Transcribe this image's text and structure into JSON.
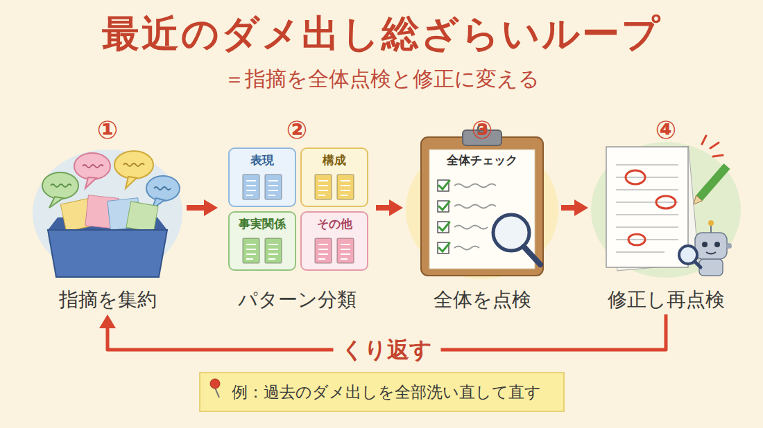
{
  "diagram": {
    "title": "最近のダメ出し総ざらいループ",
    "caption": "＝指摘を全体点検と修正に変える",
    "nodes": [
      {
        "text": [
          "①",
          "指摘を集約"
        ]
      },
      {
        "text": [
          "②",
          "パターン分類"
        ]
      },
      {
        "text": [
          "表現"
        ],
        "in": 1
      },
      {
        "text": [
          "構成"
        ],
        "in": 1
      },
      {
        "text": [
          "事実関係"
        ],
        "in": 1
      },
      {
        "text": [
          "その他"
        ],
        "in": 1
      },
      {
        "text": [
          "③",
          "全体を点検"
        ]
      },
      {
        "text": [
          "全体チェック"
        ],
        "in": 6
      },
      {
        "text": [
          "④",
          "修正し再点検"
        ]
      },
      {
        "text": [
          "例：過去のダメ出しを全部洗い直して直す"
        ]
      }
    ],
    "edges": [
      {
        "from": 0,
        "to": 1,
        "arrow": "to"
      },
      {
        "from": 1,
        "to": 6,
        "arrow": "to"
      },
      {
        "from": 6,
        "to": 8,
        "arrow": "to"
      },
      {
        "from": 8,
        "to": 0,
        "label": "くり返す",
        "arrow": "to"
      }
    ]
  }
}
